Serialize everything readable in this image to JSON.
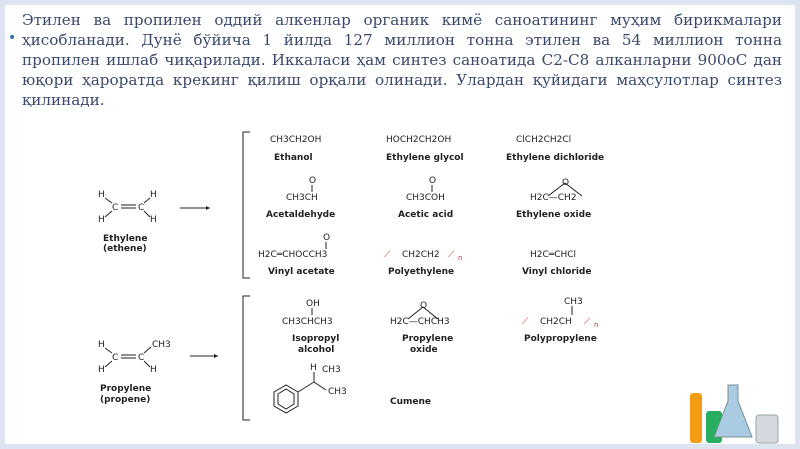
{
  "paragraph": "Этилен ва пропилен оддий алкенлар органик кимё саноатининг муҳим бирикмалари ҳисобланади. Дунё бўйича 1 йилда 127 миллион тонна этилен ва 54 миллион тонна пропилен ишлаб чиқарилади. Иккаласи ҳам синтез саноатида C2-C8 алканларни 900oC дан юқори ҳароратда крекинг қилиш орқали олинади. Улардан қуйидаги маҳсулотлар синтез қилинади.",
  "ethylene": {
    "label1": "Ethylene",
    "label2": "(ethene)",
    "atom_h": "H",
    "atom_c": "C"
  },
  "propylene": {
    "label1": "Propylene",
    "label2": "(propene)",
    "atom_h": "H",
    "atom_c": "C",
    "methyl": "CH3"
  },
  "ethylene_products": [
    {
      "formula": "CH3CH2OH",
      "name": "Ethanol"
    },
    {
      "formula": "HOCH2CH2OH",
      "name": "Ethylene glycol"
    },
    {
      "formula": "ClCH2CH2Cl",
      "name": "Ethylene dichloride"
    },
    {
      "formula": "CH3CH",
      "name": "Acetaldehyde"
    },
    {
      "formula": "CH3COH",
      "name": "Acetic acid"
    },
    {
      "formula": "H2C—CH2",
      "name": "Ethylene oxide"
    },
    {
      "formula": "H2C═CHOCCH3",
      "name": "Vinyl acetate"
    },
    {
      "formula": "CH2CH2",
      "name": "Polyethylene"
    },
    {
      "formula": "H2C═CHCl",
      "name": "Vinyl chloride"
    }
  ],
  "propylene_products": [
    {
      "formula": "CH3CHCH3",
      "top": "OH",
      "name1": "Isopropyl",
      "name2": "alcohol"
    },
    {
      "formula": "H2C—CHCH3",
      "top": "O",
      "name1": "Propylene",
      "name2": "oxide"
    },
    {
      "formula": "CH2CH",
      "top": "CH3",
      "name1": "Polypropylene",
      "name2": ""
    },
    {
      "formula": "CH3",
      "top": "H",
      "name1": "Cumene",
      "name2": ""
    }
  ],
  "misc": {
    "oxygen": "O",
    "sub_n": "n"
  },
  "colors": {
    "text": "#3a4a6b",
    "bullet": "#2f6fb6",
    "frame": "#dde3f0",
    "polymer_mark": "#c0392b"
  }
}
